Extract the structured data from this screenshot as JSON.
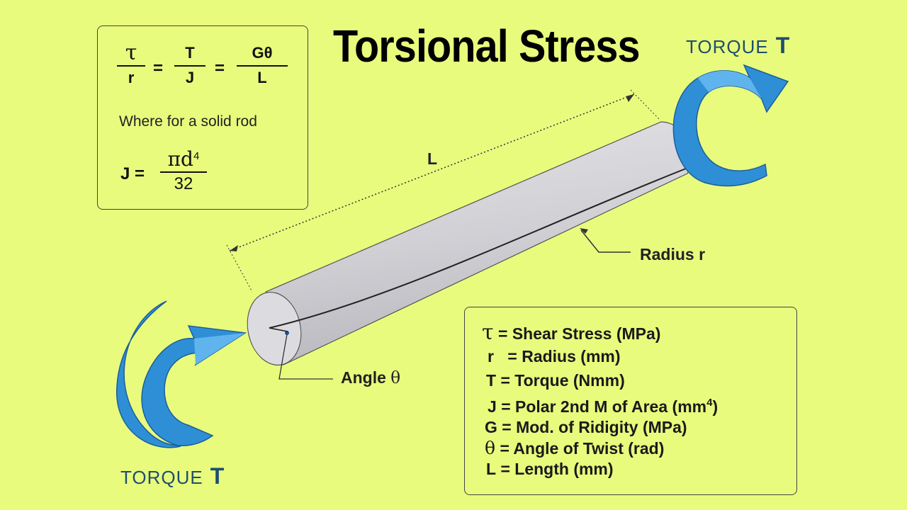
{
  "title": "Torsional Stress",
  "formula": {
    "tau": "τ",
    "r": "r",
    "T": "T",
    "J": "J",
    "G_theta": "Gθ",
    "L": "L",
    "equals": "=",
    "where_text": "Where for a solid rod",
    "j_label": "J =",
    "pi_d": "πd",
    "pi_exp": "4",
    "denominator_32": "32"
  },
  "labels": {
    "length": "L",
    "radius": "Radius r",
    "angle_prefix": "Angle",
    "angle_symbol": "θ",
    "torque_word": "TORQUE",
    "torque_symbol": "T"
  },
  "legend": [
    {
      "symbol": "τ",
      "text": "= Shear Stress (MPa)"
    },
    {
      "symbol": "r",
      "text": "= Radius (mm)"
    },
    {
      "symbol": "T",
      "text": "= Torque (Nmm)"
    },
    {
      "symbol": "J",
      "text": "= Polar 2nd M of Area (mm",
      "sup": "4",
      "after": ")"
    },
    {
      "symbol": "G",
      "text": "= Mod. of Ridigity (MPa)"
    },
    {
      "symbol": "θ",
      "text": "= Angle of Twist (rad)"
    },
    {
      "symbol": "L",
      "text": "= Length (mm)"
    }
  ],
  "colors": {
    "background": "#e9fb7d",
    "arrow": "#2f8fd6",
    "rod": "#d2d2d6",
    "torque_text": "#1d4f6e"
  }
}
